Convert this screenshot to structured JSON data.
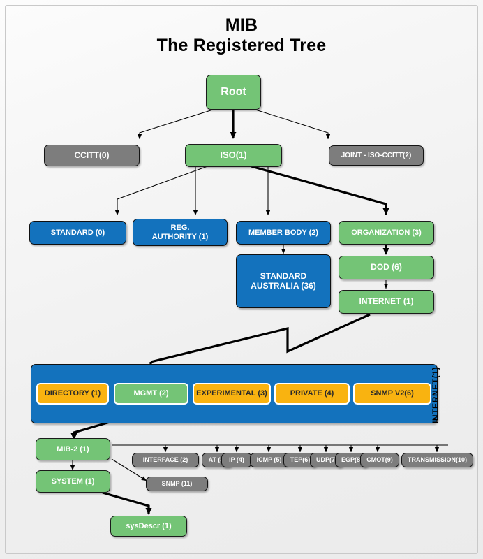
{
  "title": {
    "line1": "MIB",
    "line2": "The Registered Tree"
  },
  "colors": {
    "green": "#74c476",
    "blue": "#1372bd",
    "gray": "#7d7d7d",
    "orange": "#f9b310",
    "node_text_light": "#ffffff",
    "node_text_dark": "#2a2a2a",
    "background": "#efefef",
    "edge": "#000000"
  },
  "nodes": {
    "root": "Root",
    "ccitt": "CCITT(0)",
    "iso": "ISO(1)",
    "joint": "JOINT - ISO-CCITT(2)",
    "standard": "STANDARD (0)",
    "reg_authority_line1": "REG.",
    "reg_authority_line2": "AUTHORITY (1)",
    "member_body": "MEMBER BODY (2)",
    "organization": "ORGANIZATION (3)",
    "standard_australia_line1": "STANDARD",
    "standard_australia_line2": "AUSTRALIA (36)",
    "dod": "DOD (6)",
    "internet": "INTERNET (1)",
    "internet_group_label": "INTERNET(1)",
    "directory": "DIRECTORY (1)",
    "mgmt": "MGMT (2)",
    "experimental": "EXPERIMENTAL (3)",
    "private": "PRIVATE (4)",
    "snmpv2": "SNMP V2(6)",
    "mib2": "MIB-2 (1)",
    "system": "SYSTEM (1)",
    "sysdescr": "sysDescr (1)",
    "snmp11": "SNMP (11)",
    "leaves": [
      "INTERFACE (2)",
      "AT (3)",
      "IP (4)",
      "ICMP (5)",
      "TEP(6)",
      "UDP(7)",
      "EGP(8)",
      "CMOT(9)",
      "TRANSMISSION(10)"
    ]
  }
}
